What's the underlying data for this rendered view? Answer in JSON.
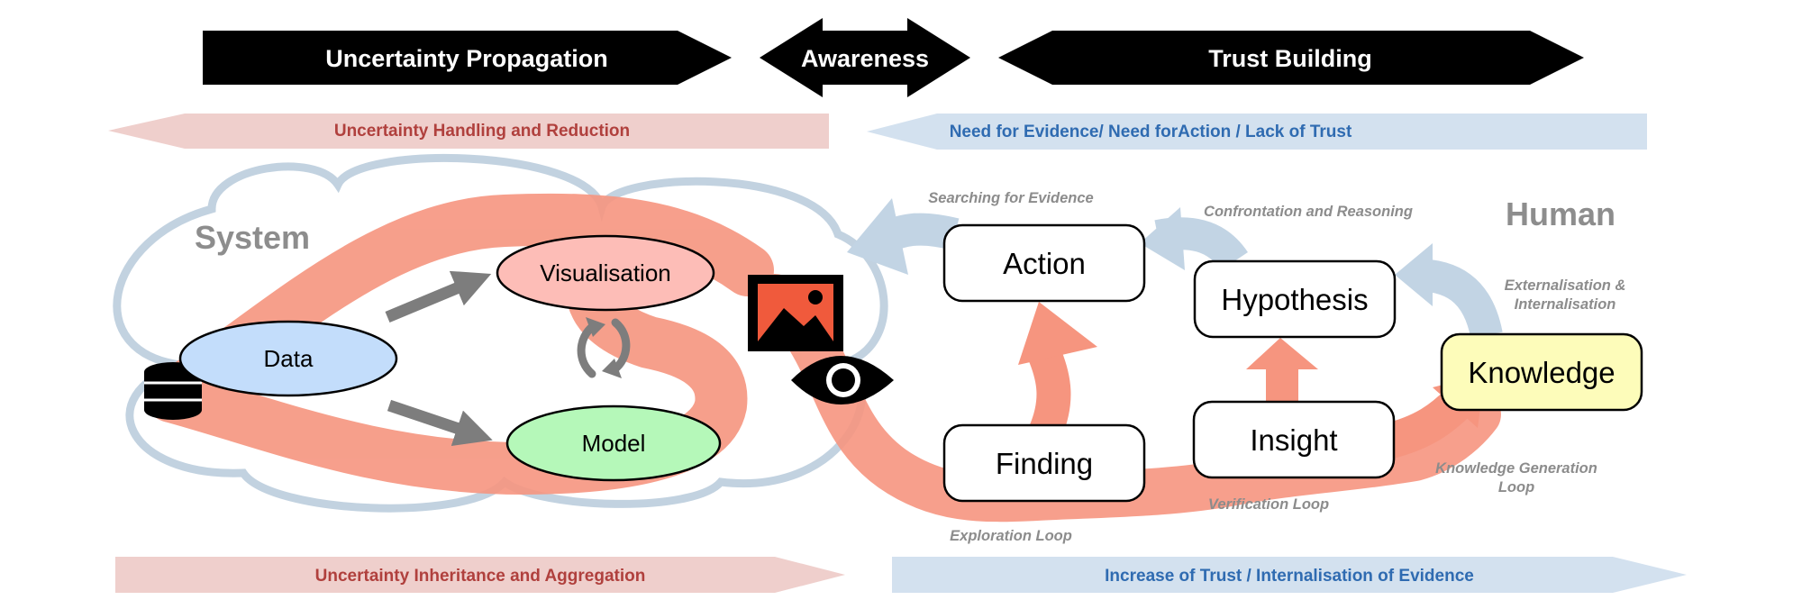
{
  "banners": {
    "uncertainty_propagation": "Uncertainty Propagation",
    "awareness": "Awareness",
    "trust_building": "Trust Building"
  },
  "bands": {
    "uncertainty_handling": "Uncertainty Handling and Reduction",
    "need_for_evidence": "Need for Evidence/ Need forAction / Lack of Trust",
    "uncertainty_inheritance": "Uncertainty Inheritance and Aggregation",
    "increase_of_trust": "Increase of Trust / Internalisation of Evidence"
  },
  "regions": {
    "system": "System",
    "human": "Human"
  },
  "nodes": {
    "data": "Data",
    "visualisation": "Visualisation",
    "model": "Model",
    "action": "Action",
    "hypothesis": "Hypothesis",
    "knowledge": "Knowledge",
    "finding": "Finding",
    "insight": "Insight"
  },
  "loop_labels": {
    "searching_for_evidence": "Searching for Evidence",
    "confrontation_and_reasoning": "Confrontation and Reasoning",
    "externalisation_line1": "Externalisation &",
    "externalisation_line2": "Internalisation",
    "knowledge_generation_line1": "Knowledge Generation",
    "knowledge_generation_line2": "Loop",
    "verification_loop": "Verification Loop",
    "exploration_loop": "Exploration Loop"
  },
  "colors": {
    "banner": "#000000",
    "red_band": "#efcfcc",
    "red_text": "#b0403d",
    "blue_band": "#d3e1ef",
    "blue_text": "#2f6bb1",
    "cloud_outline": "#c2d2e0",
    "salmon_flow": "#f6957f",
    "blue_flow": "#c2d4e4",
    "data_fill": "#c3ddfb",
    "visualisation_fill": "#fdbdb7",
    "model_fill": "#b5f8b9",
    "knowledge_fill": "#fdfcba",
    "image_icon": "#f05a3c"
  },
  "icons": [
    "database-icon",
    "image-icon",
    "eye-icon",
    "cycle-arrows-icon"
  ]
}
